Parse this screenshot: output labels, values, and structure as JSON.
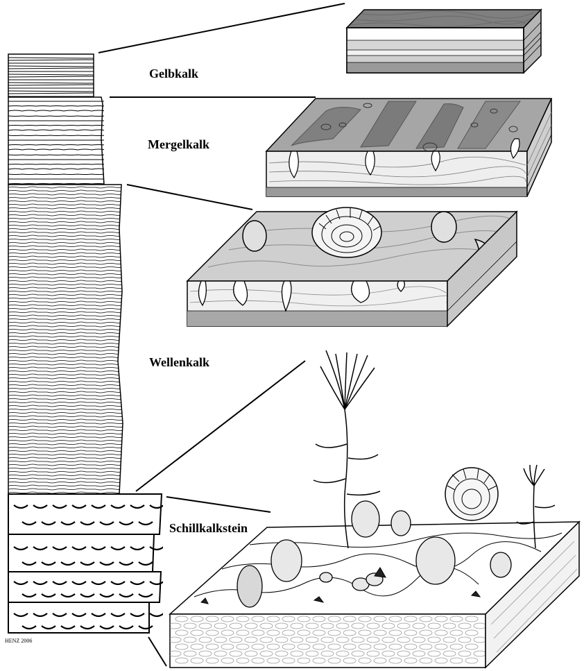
{
  "labels": {
    "gelbkalk": "Gelbkalk",
    "mergelkalk": "Mergelkalk",
    "wellenkalk": "Wellenkalk",
    "schillkalkstein": "Schillkalkstein"
  },
  "credit": "HENZ 2006",
  "colors": {
    "line": "#000000",
    "top_dark": "#7a7a7a",
    "top_mid": "#a9a9a9",
    "top_light": "#c9c9c9",
    "side_light": "#e6e6e6",
    "side_band": "#9a9a9a",
    "paper": "#ffffff"
  }
}
